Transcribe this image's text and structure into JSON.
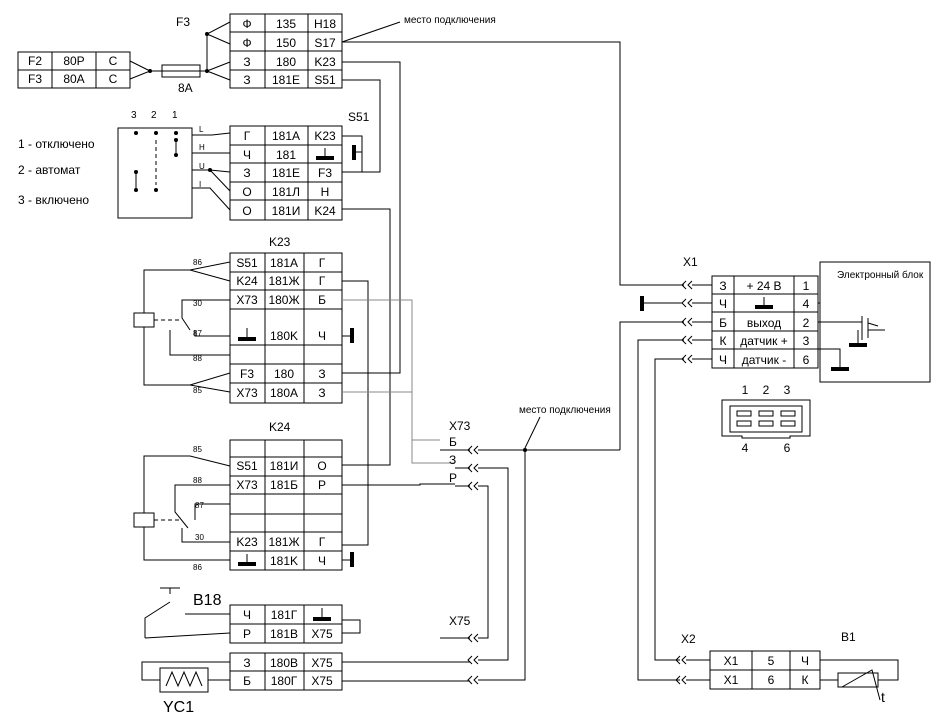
{
  "fuse_table": {
    "rows": [
      [
        "F2",
        "80P",
        "C"
      ],
      [
        "F3",
        "80A",
        "C"
      ]
    ],
    "fuse_label": "F3",
    "fuse_rating": "8A"
  },
  "f3_table": {
    "rows": [
      [
        "Ф",
        "135",
        "H18"
      ],
      [
        "Ф",
        "150",
        "S17"
      ],
      [
        "З",
        "180",
        "K23"
      ],
      [
        "З",
        "181E",
        "S51"
      ]
    ],
    "note": "место подключения"
  },
  "switch_legend": {
    "positions": [
      "3",
      "2",
      "1"
    ],
    "contacts": [
      "L",
      "H",
      "U",
      "I"
    ],
    "items": [
      "1 - отключено",
      "2 - автомат",
      "3 - включено"
    ]
  },
  "s51": {
    "title": "S51",
    "rows": [
      [
        "Г",
        "181A",
        "K23"
      ],
      [
        "Ч",
        "181",
        ""
      ],
      [
        "З",
        "181E",
        "F3"
      ],
      [
        "О",
        "181Л",
        "H"
      ],
      [
        "О",
        "181И",
        "K24"
      ]
    ]
  },
  "k23": {
    "title": "K23",
    "rows": [
      [
        "S51",
        "181A",
        "Г"
      ],
      [
        "K24",
        "181Ж",
        "Г"
      ],
      [
        "X73",
        "180Ж",
        "Б"
      ],
      [
        "",
        "180K",
        "Ч"
      ],
      [
        "",
        "",
        " "
      ],
      [
        "F3",
        "180",
        "З"
      ],
      [
        "X73",
        "180A",
        "З"
      ]
    ],
    "pins": [
      "86",
      "30",
      "87",
      "88",
      "85"
    ]
  },
  "k24": {
    "title": "K24",
    "rows": [
      [
        "",
        "",
        " "
      ],
      [
        "S51",
        "181И",
        "О"
      ],
      [
        "X73",
        "181Б",
        "Р"
      ],
      [
        "",
        "",
        ""
      ],
      [
        "K23",
        "181Ж",
        "Г"
      ],
      [
        "",
        "181K",
        "Ч"
      ]
    ],
    "pins": [
      "85",
      "88",
      "87",
      "30",
      "86"
    ]
  },
  "x73": {
    "title": "X73",
    "wires": [
      "Б",
      "З",
      "Р"
    ],
    "note": "место подключения"
  },
  "x75": {
    "title": "X75"
  },
  "b18": {
    "title": "B18",
    "rows": [
      [
        "Ч",
        "181Г",
        ""
      ],
      [
        "Р",
        "181B",
        "X75"
      ]
    ]
  },
  "yc1": {
    "title": "YC1",
    "rows": [
      [
        "З",
        "180B",
        "X75"
      ],
      [
        "Б",
        "180Г",
        "X75"
      ]
    ]
  },
  "x1": {
    "title": "X1",
    "rows": [
      [
        "З",
        "+ 24 В",
        "1"
      ],
      [
        "Ч",
        "",
        "4"
      ],
      [
        "Б",
        "выход",
        "2"
      ],
      [
        "К",
        "датчик +",
        "3"
      ],
      [
        "Ч",
        "датчик -",
        "6"
      ]
    ]
  },
  "ecu": {
    "title": "Электронный блок"
  },
  "connector": {
    "top_pins": [
      "1",
      "2",
      "3"
    ],
    "bottom_pins": [
      "4",
      "6"
    ]
  },
  "x2": {
    "title": "X2",
    "rows": [
      [
        "X1",
        "5",
        "Ч"
      ],
      [
        "X1",
        "6",
        "К"
      ]
    ]
  },
  "b1": {
    "title": "B1",
    "sensor_label": "t"
  }
}
